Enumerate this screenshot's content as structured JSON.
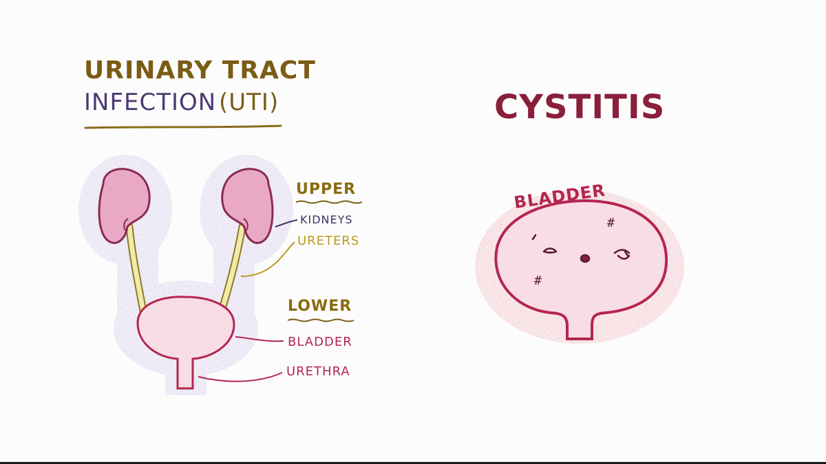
{
  "title": {
    "line1": "URINARY TRACT",
    "line2_main": "INFECTION",
    "line2_paren": "(UTI)"
  },
  "right_title": "CYSTITIS",
  "labels": {
    "upper": "UPPER",
    "kidneys": "KIDNEYS",
    "ureters": "URETERS",
    "lower": "LOWER",
    "bladder": "BLADDER",
    "urethra": "URETHRA",
    "cystitis_bladder": "BLADDER"
  },
  "colors": {
    "title_olive": "#7a5c14",
    "title_purple": "#4a3a73",
    "cystitis_maroon": "#8a1f3b",
    "bladder_outline": "#b3264f",
    "bladder_fill": "#f8dce6",
    "kidney_fill": "#e9a9c5",
    "kidney_outline": "#8a2b52",
    "ureter_fill": "#f3e9a8",
    "purple_glow": "#9b88c9",
    "red_glow": "#d35a6a",
    "label_olive": "#8a6a10",
    "label_crimson": "#b3264f",
    "label_purple": "#3f2f66"
  }
}
